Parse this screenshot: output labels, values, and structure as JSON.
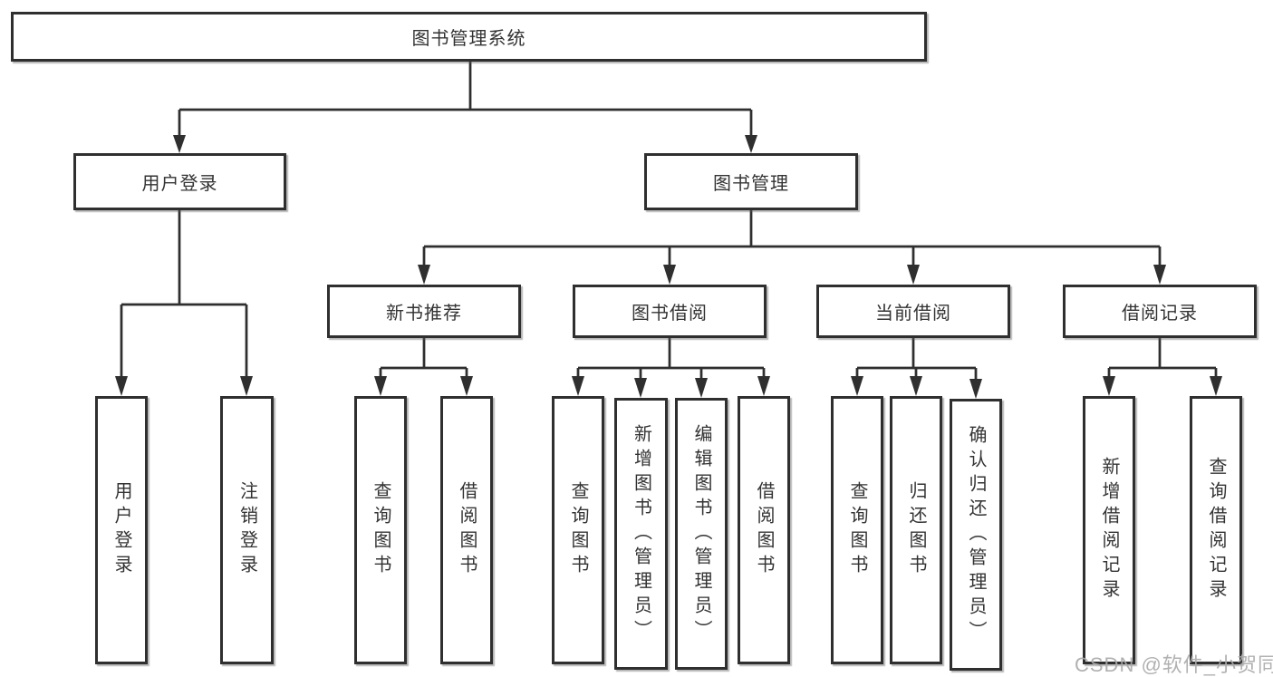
{
  "root": {
    "label": "图书管理系统"
  },
  "branches": {
    "user_login": {
      "label": "用户登录"
    },
    "book_management": {
      "label": "图书管理"
    }
  },
  "modules": {
    "new_book_recommend": {
      "label": "新书推荐"
    },
    "book_borrow": {
      "label": "图书借阅"
    },
    "current_borrow": {
      "label": "当前借阅"
    },
    "borrow_records": {
      "label": "借阅记录"
    }
  },
  "functions": {
    "user_login": {
      "label": "用户登录"
    },
    "logout": {
      "label": "注销登录"
    },
    "query_books_recommend": {
      "label": "查询图书"
    },
    "borrow_books_recommend": {
      "label": "借阅图书"
    },
    "query_books_borrow": {
      "label": "查询图书"
    },
    "add_book_admin": {
      "label": "新增图书（管理员）"
    },
    "edit_book_admin": {
      "label": "编辑图书（管理员）"
    },
    "borrow_books": {
      "label": "借阅图书"
    },
    "query_books_current": {
      "label": "查询图书"
    },
    "return_book": {
      "label": "归还图书"
    },
    "confirm_return_admin": {
      "label": "确认归还（管理员）"
    },
    "add_borrow_record": {
      "label": "新增借阅记录"
    },
    "query_borrow_record": {
      "label": "查询借阅记录"
    }
  },
  "watermark": {
    "text": "CSDN @软件_小贺同学"
  },
  "colors": {
    "line": "#2f2f2f",
    "box_border": "#2f2f2f",
    "text": "#333333",
    "watermark": "#a9a9a9",
    "background": "#ffffff"
  }
}
